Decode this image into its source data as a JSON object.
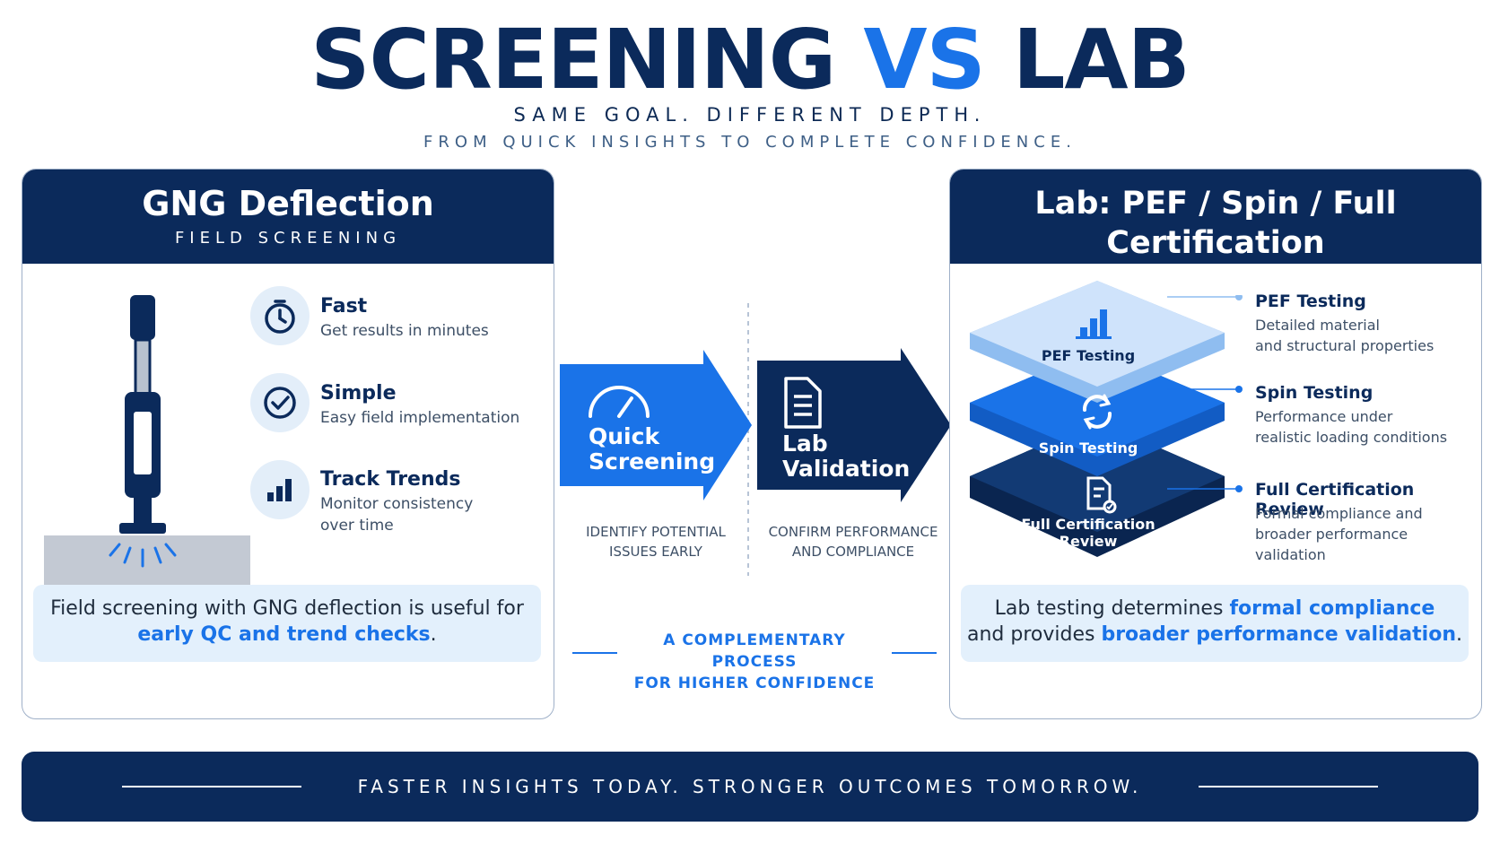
{
  "header": {
    "title_part1": "SCREENING",
    "title_vs": "VS",
    "title_part2": "LAB",
    "subtitle1": "SAME GOAL. DIFFERENT DEPTH.",
    "subtitle2": "FROM QUICK INSIGHTS TO COMPLETE CONFIDENCE."
  },
  "left_card": {
    "title": "GNG Deflection",
    "subtitle": "FIELD SCREENING",
    "features": [
      {
        "icon": "stopwatch-icon",
        "title": "Fast",
        "desc": "Get results in minutes"
      },
      {
        "icon": "checkmark-icon",
        "title": "Simple",
        "desc": "Easy field implementation"
      },
      {
        "icon": "bar-chart-icon",
        "title": "Track Trends",
        "desc": "Monitor consistency over time"
      }
    ],
    "note_prefix": "Field screening with GNG deflection is useful for ",
    "note_highlight": "early QC and trend checks",
    "note_suffix": "."
  },
  "middle": {
    "arrow1_label_line1": "Quick",
    "arrow1_label_line2": "Screening",
    "arrow2_label_line1": "Lab",
    "arrow2_label_line2": "Validation",
    "caption1_line1": "IDENTIFY POTENTIAL",
    "caption1_line2": "ISSUES EARLY",
    "caption2_line1": "CONFIRM PERFORMANCE",
    "caption2_line2": "AND COMPLIANCE",
    "note_line1": "A COMPLEMENTARY PROCESS",
    "note_line2": "FOR HIGHER CONFIDENCE"
  },
  "right_card": {
    "title": "Lab: PEF / Spin / Full Certification",
    "subtitle": "COMPREHENSIVE VALIDATION",
    "layers": [
      {
        "label": "PEF Testing",
        "icon": "bar-chart-icon",
        "color": "#cfe3fb"
      },
      {
        "label": "Spin Testing",
        "icon": "refresh-icon",
        "color": "#1a73e8"
      },
      {
        "label_line1": "Full Certification",
        "label_line2": "Review",
        "icon": "document-check-icon",
        "color": "#0b2a5b"
      }
    ],
    "details": [
      {
        "title": "PEF Testing",
        "desc_line1": "Detailed material",
        "desc_line2": "and structural properties"
      },
      {
        "title": "Spin Testing",
        "desc_line1": "Performance under",
        "desc_line2": "realistic loading conditions"
      },
      {
        "title": "Full Certification Review",
        "desc_line1": "Formal compliance and",
        "desc_line2": "broader performance validation"
      }
    ],
    "note_part1": "Lab testing determines ",
    "note_highlight1": "formal compliance",
    "note_part2": "and provides ",
    "note_highlight2": "broader performance validation",
    "note_suffix": "."
  },
  "footer": {
    "text": "FASTER INSIGHTS TODAY. STRONGER OUTCOMES TOMORROW."
  },
  "colors": {
    "navy": "#0b2a5b",
    "accent": "#1a73e8",
    "light": "#e3f0fc"
  }
}
